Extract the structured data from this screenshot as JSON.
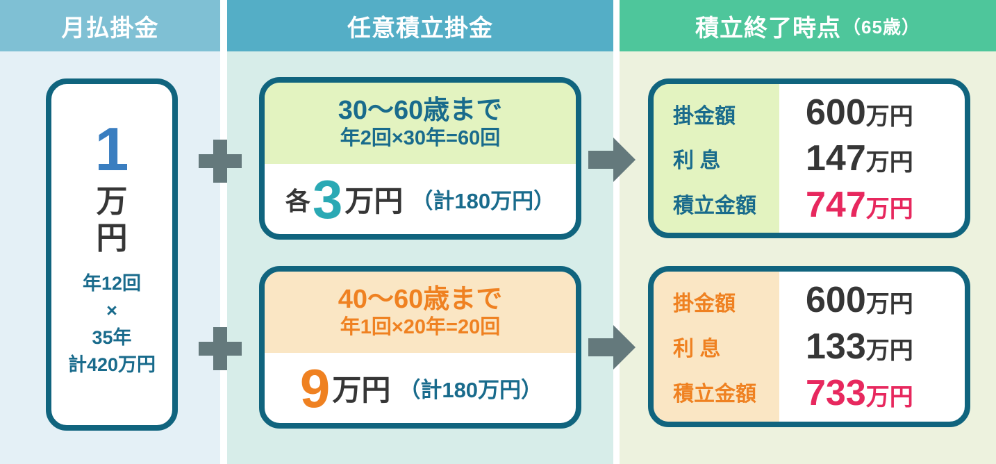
{
  "colors": {
    "col1_header_bg": "#7FC0D4",
    "col1_body_bg": "#E4F0F6",
    "col2_header_bg": "#54AEC6",
    "col2_body_bg": "#D7EDE9",
    "col3_header_bg": "#4EC69B",
    "col3_body_bg": "#EDF2DE",
    "card_border": "#10647E",
    "teal_text": "#196B8C",
    "teal_number": "#2AA9B4",
    "blue_number": "#3A7EC0",
    "orange": "#EF8121",
    "green_panel": "#E3F3C0",
    "orange_panel": "#FAE6C4",
    "red": "#E7285E",
    "dark_text": "#363636",
    "operator_gray": "#64797C"
  },
  "col1": {
    "header": "月払掛金",
    "card": {
      "big_number": "1",
      "unit_chars": [
        "万",
        "円"
      ],
      "detail_lines": [
        "年12回",
        "×",
        "35年",
        "計420万円"
      ]
    }
  },
  "col2": {
    "header": "任意積立掛金",
    "cards": [
      {
        "period": "30〜60歳まで",
        "frequency": "年2回×30年=60回",
        "amount_prefix": "各",
        "amount_number": "3",
        "amount_unit": "万円",
        "amount_total": "（計180万円）"
      },
      {
        "period": "40〜60歳まで",
        "frequency": "年1回×20年=20回",
        "amount_prefix": "",
        "amount_number": "9",
        "amount_unit": "万円",
        "amount_total": "（計180万円）"
      }
    ]
  },
  "col3": {
    "header_main": "積立終了時点",
    "header_suffix": "（65歳）",
    "cards": [
      {
        "rows": [
          {
            "label": "掛金額",
            "number": "600",
            "unit": "万円"
          },
          {
            "label": "利 息",
            "number": "147",
            "unit": "万円"
          },
          {
            "label": "積立金額",
            "number": "747",
            "unit": "万円"
          }
        ]
      },
      {
        "rows": [
          {
            "label": "掛金額",
            "number": "600",
            "unit": "万円"
          },
          {
            "label": "利 息",
            "number": "133",
            "unit": "万円"
          },
          {
            "label": "積立金額",
            "number": "733",
            "unit": "万円"
          }
        ]
      }
    ]
  }
}
